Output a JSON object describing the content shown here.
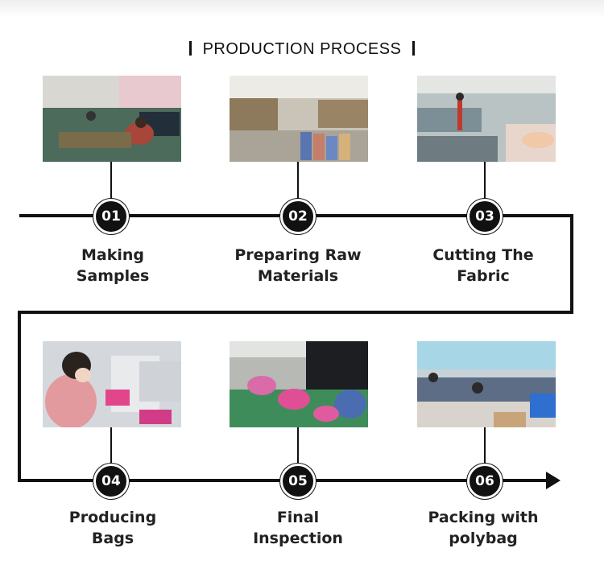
{
  "title": "PRODUCTION PROCESS",
  "steps": [
    {
      "number": "01",
      "label_line1": "Making",
      "label_line2": "Samples"
    },
    {
      "number": "02",
      "label_line1": "Preparing Raw",
      "label_line2": "Materials"
    },
    {
      "number": "03",
      "label_line1": "Cutting The",
      "label_line2": "Fabric"
    },
    {
      "number": "04",
      "label_line1": "Producing",
      "label_line2": "Bags"
    },
    {
      "number": "05",
      "label_line1": "Final",
      "label_line2": "Inspection"
    },
    {
      "number": "06",
      "label_line1": "Packing with",
      "label_line2": "polybag"
    }
  ],
  "colors": {
    "line": "#111111",
    "badge": "#111111",
    "badge_text": "#ffffff"
  }
}
